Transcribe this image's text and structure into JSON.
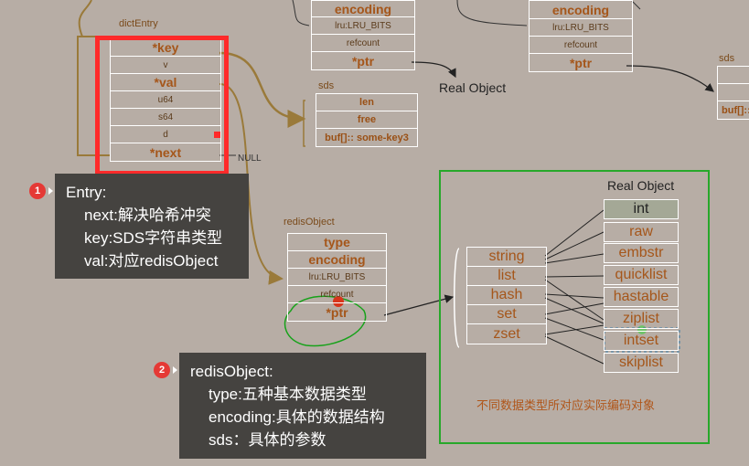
{
  "dict_entry": {
    "title": "dictEntry",
    "rows": [
      "*key",
      "v",
      "*val",
      "u64",
      "s64",
      "d",
      "*next"
    ],
    "null_label": "NULL"
  },
  "top_obj_a": {
    "rows": [
      "encoding",
      "lru:LRU_BITS",
      "refcount",
      "*ptr"
    ]
  },
  "top_obj_b": {
    "rows": [
      "encoding",
      "lru:LRU_BITS",
      "refcount",
      "*ptr"
    ]
  },
  "real_object_top": "Real Object",
  "sds_mid": {
    "title": "sds",
    "rows": [
      "len",
      "free",
      "buf[]:: some-key3"
    ]
  },
  "sds_right": {
    "title": "sds",
    "rows": [
      "",
      "",
      "buf[]::"
    ]
  },
  "redis_object": {
    "title": "redisObject",
    "rows": [
      "type",
      "encoding",
      "lru:LRU_BITS",
      "refcount",
      "*ptr"
    ]
  },
  "types": [
    "string",
    "list",
    "hash",
    "set",
    "zset"
  ],
  "real_object_box": {
    "title": "Real Object",
    "encodings": [
      "int",
      "raw",
      "embstr",
      "quicklist",
      "hastable",
      "ziplist",
      "intset",
      "skiplist"
    ],
    "caption": "不同数据类型所对应实际编码对象"
  },
  "callout1": {
    "num": "1",
    "head": "Entry:",
    "lines": [
      "next:解决哈希冲突",
      "key:SDS字符串类型",
      "val:对应redisObject"
    ]
  },
  "callout2": {
    "num": "2",
    "head": "redisObject:",
    "lines": [
      "type:五种基本数据类型",
      "encoding:具体的数据结构",
      "sds：具体的参数"
    ]
  },
  "colors": {
    "background": "#b7ada5",
    "accent_text": "#a5561a",
    "highlight_red": "#ff2a2a",
    "green_frame": "#27a82a",
    "callout_bg": "#454340",
    "badge": "#e53935",
    "arrow_brown": "#9a7a3a"
  }
}
